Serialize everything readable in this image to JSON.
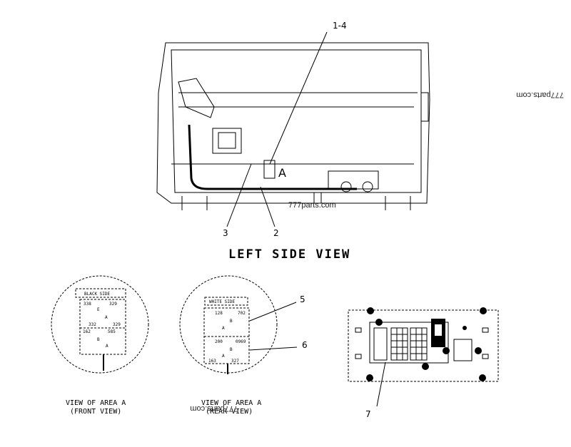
{
  "callouts": {
    "c1_4": "1-4",
    "a": "A",
    "c3": "3",
    "c2": "2",
    "c5": "5",
    "c6": "6",
    "c7": "7"
  },
  "titles": {
    "left_side_view": "LEFT SIDE VIEW",
    "front_l1": "VIEW OF AREA A",
    "front_l2": "(FRONT VIEW)",
    "rear_l1": "VIEW OF AREA A",
    "rear_l2": "(REAR VIEW)"
  },
  "front": {
    "side": "BLACK SIDE",
    "n1": "338",
    "n2": "329",
    "n3": "332",
    "n4": "329",
    "n5": "162",
    "n6": "585",
    "e": "E",
    "a1": "A",
    "b": "B",
    "a2": "A"
  },
  "rear": {
    "side": "WHITE SIDE",
    "n1": "128",
    "n2": "702",
    "n3": "200",
    "n4": "0969",
    "n5": "163",
    "n6": "327",
    "b1": "B",
    "a1": "A",
    "b2": "B",
    "a2": "A"
  },
  "watermarks": {
    "w1": "777parts.com",
    "w2": "777parts.com",
    "w3": "777parts.com"
  }
}
